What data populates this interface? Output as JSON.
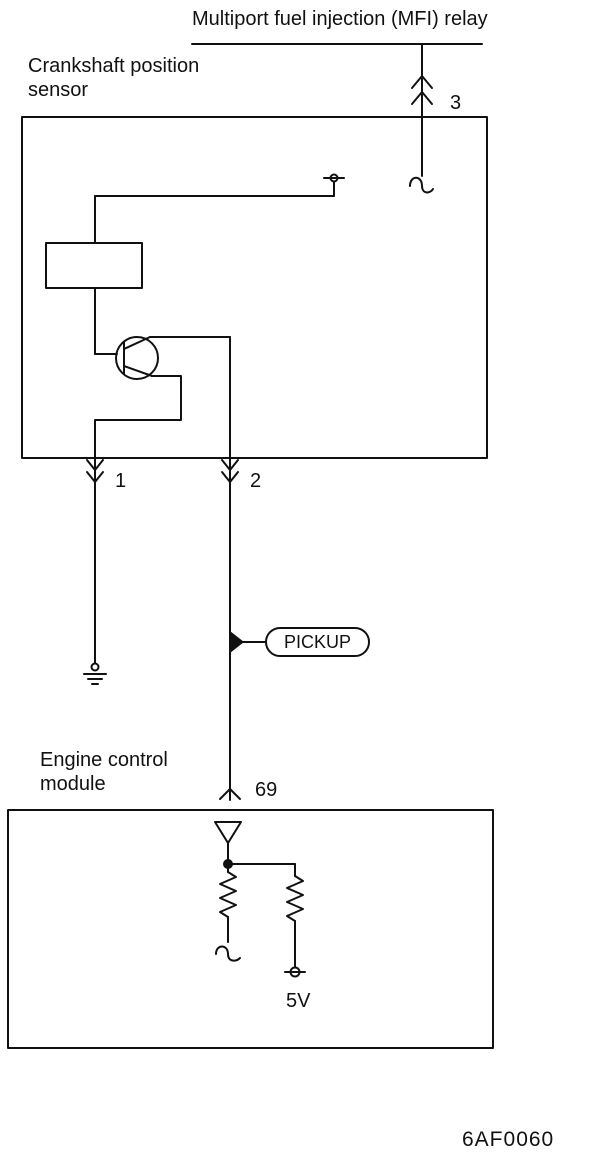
{
  "diagram": {
    "relay_label": "Multiport fuel injection (MFI) relay",
    "sensor_label": [
      "Crankshaft position",
      "sensor"
    ],
    "ecm_label": [
      "Engine control",
      "module"
    ],
    "pin_3": "3",
    "pin_1": "1",
    "pin_2": "2",
    "pin_69": "69",
    "pickup_label": "PICKUP",
    "voltage_label": "5V",
    "figure_code": "6AF0060"
  }
}
